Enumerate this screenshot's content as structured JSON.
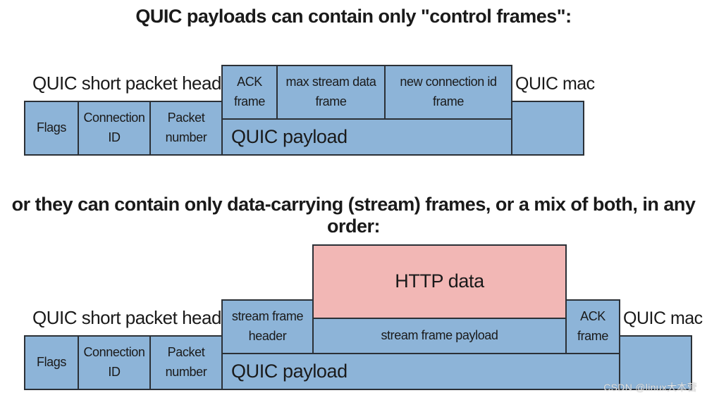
{
  "diagram1": {
    "title": "QUIC payloads can contain only \"control frames\":",
    "header_label": "QUIC short packet header",
    "mac_label": "QUIC mac",
    "flags": "Flags",
    "connection_id": [
      "Connection",
      "ID"
    ],
    "packet_number": [
      "Packet",
      "number"
    ],
    "ack_frame": [
      "ACK",
      "frame"
    ],
    "max_stream_data_frame": [
      "max stream data",
      "frame"
    ],
    "new_connection_id_frame": [
      "new connection id",
      "frame"
    ],
    "payload": "QUIC payload"
  },
  "diagram2": {
    "title": "or they can contain only data-carrying (stream) frames, or a mix of both, in any order:",
    "header_label": "QUIC short packet header",
    "mac_label": "QUIC mac",
    "flags": "Flags",
    "connection_id": [
      "Connection",
      "ID"
    ],
    "packet_number": [
      "Packet",
      "number"
    ],
    "stream_frame_header": [
      "stream frame",
      "header"
    ],
    "http_data": "HTTP data",
    "stream_frame_payload": "stream frame payload",
    "ack_frame": [
      "ACK",
      "frame"
    ],
    "payload": "QUIC payload"
  },
  "watermark": "CSDN @linux大本营",
  "colors": {
    "frame_fill": "#8db4d8",
    "http_data_fill": "#f2b7b5",
    "border": "#2b3036"
  }
}
